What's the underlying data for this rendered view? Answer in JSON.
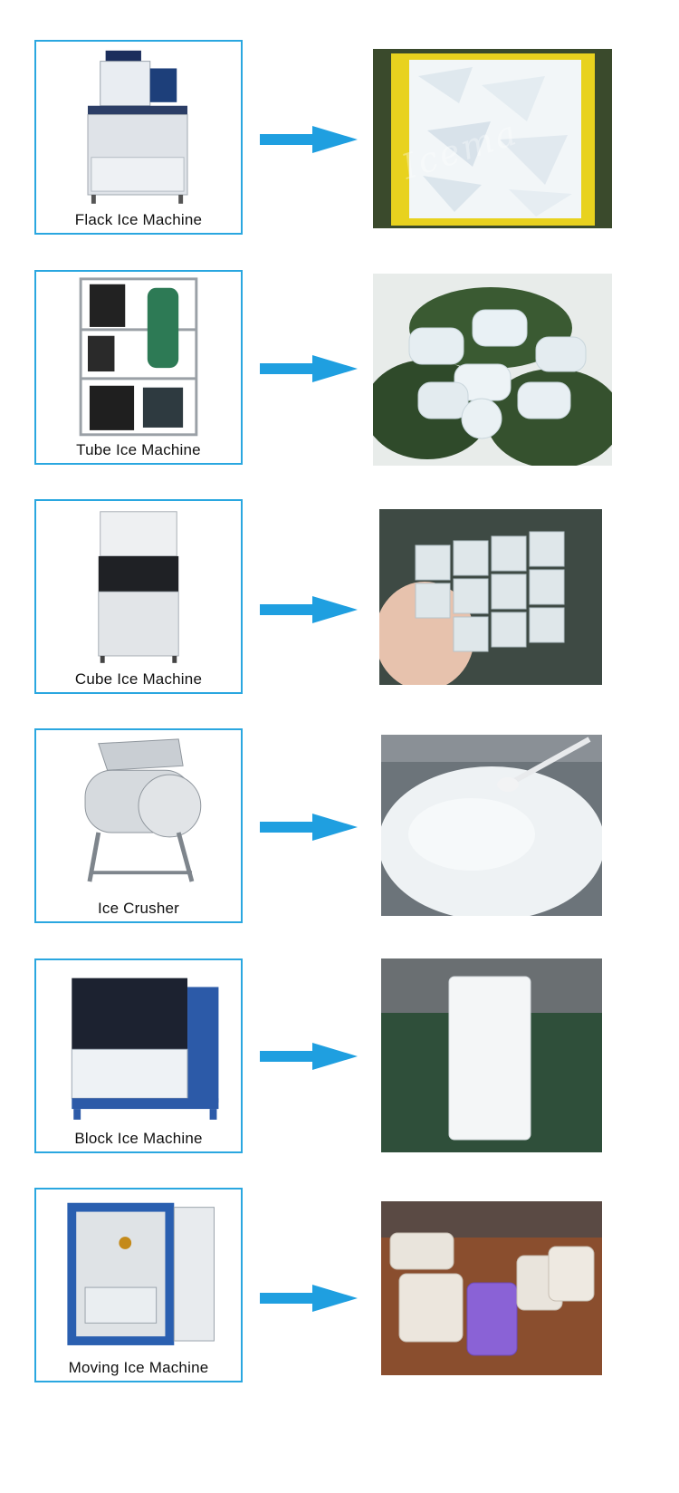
{
  "rows": [
    {
      "label": "Flack Ice Machine"
    },
    {
      "label": "Tube Ice Machine"
    },
    {
      "label": "Cube Ice Machine"
    },
    {
      "label": "Ice Crusher"
    },
    {
      "label": "Block Ice Machine"
    },
    {
      "label": "Moving Ice Machine"
    }
  ],
  "watermark": "Icema",
  "colors": {
    "border": "#2aa7e0",
    "arrow": "#1f9fe0"
  }
}
